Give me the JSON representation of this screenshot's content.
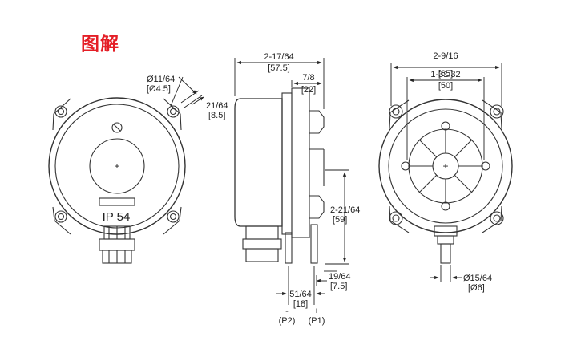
{
  "heading": "图解",
  "front_view": {
    "rating_label": "IP 54",
    "center_mark": "+",
    "hole_diameter": {
      "fraction": "Ø11/64",
      "metric": "[Ø4.5]"
    },
    "hole_offset": {
      "fraction": "21/64",
      "metric": "[8.5]"
    }
  },
  "side_view": {
    "overall_depth": {
      "fraction": "2-17/64",
      "metric": "[57.5]"
    },
    "flange_depth": {
      "fraction": "7/8",
      "metric": "[22]"
    },
    "port_spacing": {
      "fraction": "2-21/64",
      "metric": "[59]"
    },
    "port_offset": {
      "fraction": "19/64",
      "metric": "[7.5]"
    },
    "port_gap": {
      "fraction": "51/64",
      "metric": "[18]"
    },
    "port_labels": [
      {
        "sign": "-",
        "name": "(P2)"
      },
      {
        "sign": "+",
        "name": "(P1)"
      }
    ]
  },
  "rear_view": {
    "outer_width": {
      "fraction": "2-9/16",
      "metric": "[65]"
    },
    "inner_width": {
      "fraction": "1-31/32",
      "metric": "[50]"
    },
    "center_mark": "+",
    "port_diameter": {
      "fraction": "Ø15/64",
      "metric": "[Ø6]"
    }
  }
}
